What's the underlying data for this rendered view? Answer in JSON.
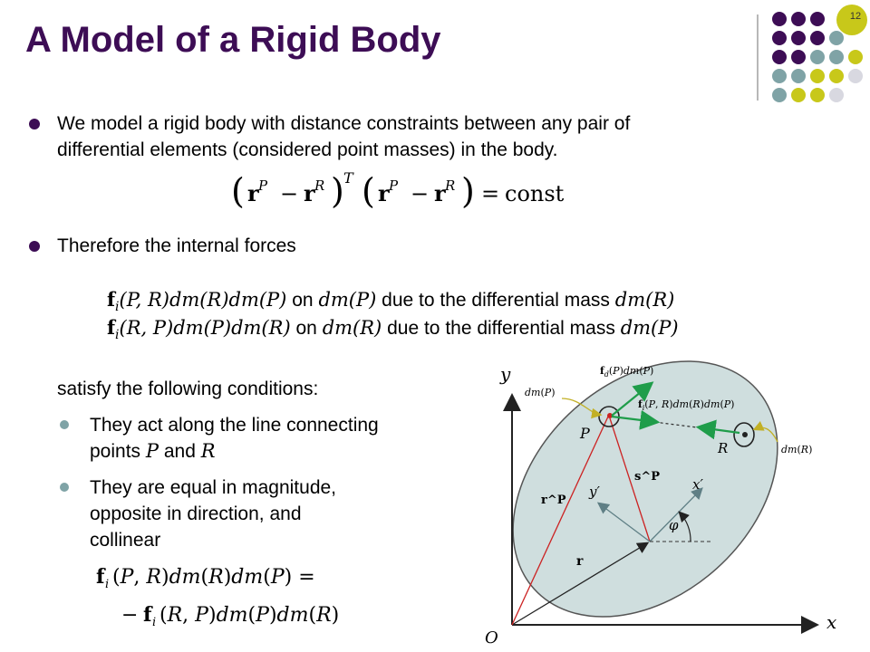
{
  "slide": {
    "title": "A Model of a Rigid Body",
    "page_number": "12"
  },
  "bullets": {
    "b1_line1": "We model a rigid body with distance constraints between any pair of",
    "b1_line2": "differential elements (considered point masses) in the body.",
    "eq1": "(r^P − r^R)^T (r^P − r^R) = const",
    "b2": "Therefore the internal forces",
    "force1": {
      "f": "f",
      "sub": "i",
      "args": "(P, R)dm(R)dm(P)",
      "on": "on",
      "target": "dm(P)",
      "due": "due to the differential mass",
      "source": "dm(R)"
    },
    "force2": {
      "f": "f",
      "sub": "i",
      "args": "(R, P)dm(P)dm(R)",
      "on": "on",
      "target": "dm(R)",
      "due": "due to the differential mass",
      "source": "dm(P)"
    },
    "satisfy": "satisfy the following conditions:",
    "sub1_line1": "They act along the line connecting",
    "sub1_line2_pre": "points",
    "sub1_P": "P",
    "sub1_and": "and",
    "sub1_R": "R",
    "sub2_line1": "They are equal in magnitude,",
    "sub2_line2": "opposite in direction, and",
    "sub2_line3": "collinear",
    "eq2_line1": "f_i(P, R)dm(R)dm(P) =",
    "eq2_line2": "− f_i(R, P)dm(P)dm(R)"
  },
  "diagram": {
    "y_axis": "y",
    "x_axis": "x",
    "origin": "O",
    "label_fd": "f_d(P)dm(P)",
    "label_dmP": "dm(P)",
    "label_fi": "f_i(P, R)dm(R)dm(P)",
    "label_P": "P",
    "label_R": "R",
    "label_dmR": "dm(R)",
    "label_sP": "s^P",
    "label_xprime": "x′",
    "label_yprime": "y′",
    "label_rP": "r^P",
    "label_phi": "φ",
    "label_r": "r",
    "colors": {
      "body_fill": "#cfdede",
      "body_stroke": "#555555",
      "force_green": "#1f9d4a",
      "red_line": "#cc2222",
      "dashed": "#333333",
      "olive": "#c2b025",
      "accent_purple": "#3d0d55",
      "accent_teal": "#7fa3a6",
      "accent_yellow": "#c8c81a",
      "accent_gray": "#d8d8e0"
    }
  }
}
